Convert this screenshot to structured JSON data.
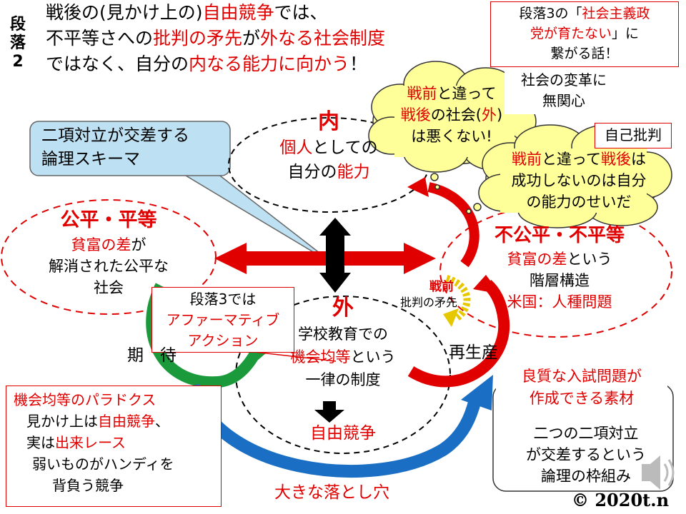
{
  "side_label": [
    "段",
    "落",
    "2"
  ],
  "header": {
    "line1": [
      {
        "text": "戦後の(見かけ上の)",
        "red": false
      },
      {
        "text": "自由競争",
        "red": true
      },
      {
        "text": "では、",
        "red": false
      }
    ],
    "line2": [
      {
        "text": "不平等さへの",
        "red": false
      },
      {
        "text": "批判の矛先",
        "red": true
      },
      {
        "text": "が",
        "red": false
      },
      {
        "text": "外なる社会制度",
        "red": true
      }
    ],
    "line3": [
      {
        "text": "ではなく、自分の",
        "red": false
      },
      {
        "text": "内なる能力に向かう",
        "red": true
      },
      {
        "text": "！",
        "red": false
      }
    ]
  },
  "note_socialist": {
    "l1": [
      {
        "text": "段落3の「",
        "red": false
      },
      {
        "text": "社会主義政",
        "red": true
      }
    ],
    "l2": [
      {
        "text": "党が育たない",
        "red": true
      },
      {
        "text": "」に",
        "red": false
      }
    ],
    "l3": [
      {
        "text": "繋がる話！",
        "red": false
      }
    ]
  },
  "callout_scheme": [
    "二項対立が交差する",
    "論理スキーマ"
  ],
  "cloud_prewar": {
    "l1": [
      {
        "text": "戦前",
        "red": true
      },
      {
        "text": "と違って",
        "red": false
      }
    ],
    "l2": [
      {
        "text": "戦後",
        "red": true
      },
      {
        "text": "の社会(",
        "red": false
      },
      {
        "text": "外",
        "red": true
      },
      {
        "text": ")",
        "red": false
      }
    ],
    "l3": [
      {
        "text": "は悪くない!",
        "red": false
      }
    ]
  },
  "label_indifferent": [
    "社会の変革に",
    "無関心"
  ],
  "label_selfcritic": "自己批判",
  "cloud_postwar": {
    "l1": [
      {
        "text": "戦前",
        "red": true
      },
      {
        "text": "と違って",
        "red": false
      },
      {
        "text": "戦後",
        "red": true
      },
      {
        "text": "は",
        "red": false
      }
    ],
    "l2": [
      {
        "text": "成功しないのは自分",
        "red": false
      }
    ],
    "l3": [
      {
        "text": "の能力のせいだ",
        "red": false
      }
    ]
  },
  "inner": {
    "title": "内",
    "l1": [
      {
        "text": "個人",
        "red": true
      },
      {
        "text": "としての",
        "red": false
      }
    ],
    "l2": [
      {
        "text": "自分の",
        "red": false
      },
      {
        "text": "能力",
        "red": true
      }
    ]
  },
  "fair": {
    "title": "公平・平等",
    "l1": [
      {
        "text": "貧富の差",
        "red": true
      },
      {
        "text": "が",
        "red": false
      }
    ],
    "l2": "解消された公平な",
    "l3": "社会"
  },
  "unfair": {
    "title": "不公平・不平等",
    "l1": [
      {
        "text": "貧富の差",
        "red": true
      },
      {
        "text": "という",
        "red": false
      }
    ],
    "l2": "階層構造",
    "l3": "米国：人種問題"
  },
  "outer": {
    "title": "外",
    "l1": "学校教育での",
    "l2": [
      {
        "text": "機会均等",
        "red": true
      },
      {
        "text": "という",
        "red": false
      }
    ],
    "l3": "一律の制度",
    "l4": "自由競争"
  },
  "para3_note": {
    "l1": "段落3では",
    "l2": "アファーマティブ",
    "l3": "アクション"
  },
  "label_expect": "期　待",
  "label_prewar": "戦前",
  "label_criticism": "批判の矛先",
  "label_reproduction": "再生産",
  "paradox": {
    "title": "機会均等のパラドクス",
    "l1": [
      {
        "text": "見かけ上は",
        "red": false
      },
      {
        "text": "自由競争",
        "red": true
      },
      {
        "text": "、",
        "red": false
      }
    ],
    "l2": [
      {
        "text": "実は",
        "red": false
      },
      {
        "text": "出来レース",
        "red": true
      }
    ],
    "l3": "弱いものがハンディを",
    "l4": "背負う競争"
  },
  "material": {
    "l1": "良質な入試問題が",
    "l2": "作成できる素材",
    "l3": "二つの二項対立",
    "l4": "が交差するという",
    "l5": "論理の枠組み"
  },
  "label_pitfall": "大きな落とし穴",
  "copyright": "© 2020t.n",
  "colors": {
    "red": "#e00000",
    "green": "#1a9a3a",
    "blue": "#1a6fc4",
    "callout": "#bde0f2",
    "cloud": "#ffff99",
    "gold": "#e6c800"
  }
}
